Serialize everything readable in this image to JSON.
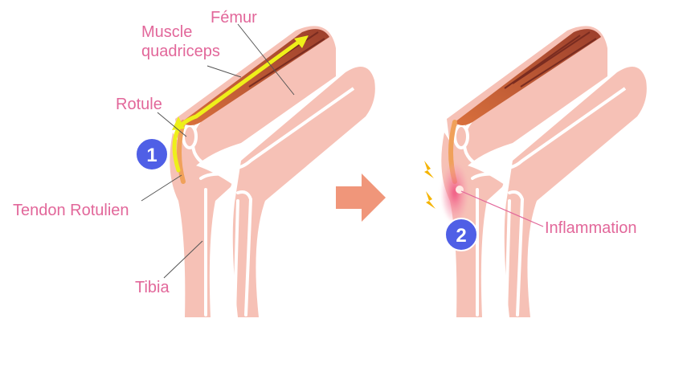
{
  "labels": {
    "femur": "Fémur",
    "muscle_line1": "Muscle",
    "muscle_line2": "quadriceps",
    "rotule": "Rotule",
    "tendon": "Tendon Rotulien",
    "tibia": "Tibia",
    "inflammation": "Inflammation"
  },
  "badges": {
    "step1": "1",
    "step2": "2"
  },
  "colors": {
    "label_text": "#e2679a",
    "skin": "#f6c1b6",
    "bone_outline": "#ffffff",
    "muscle": "#a84a36",
    "muscle_stripe": "#7a2c20",
    "tendon": "#f0a15a",
    "arrow_yellow": "#eef01a",
    "badge": "#4f5fe6",
    "transition_arrow": "#f0967a",
    "inflammation": "#ee6f8a",
    "lightning": "#f5b400"
  },
  "icons": {
    "transition": "right-arrow-icon",
    "lightning": "lightning-icon"
  }
}
